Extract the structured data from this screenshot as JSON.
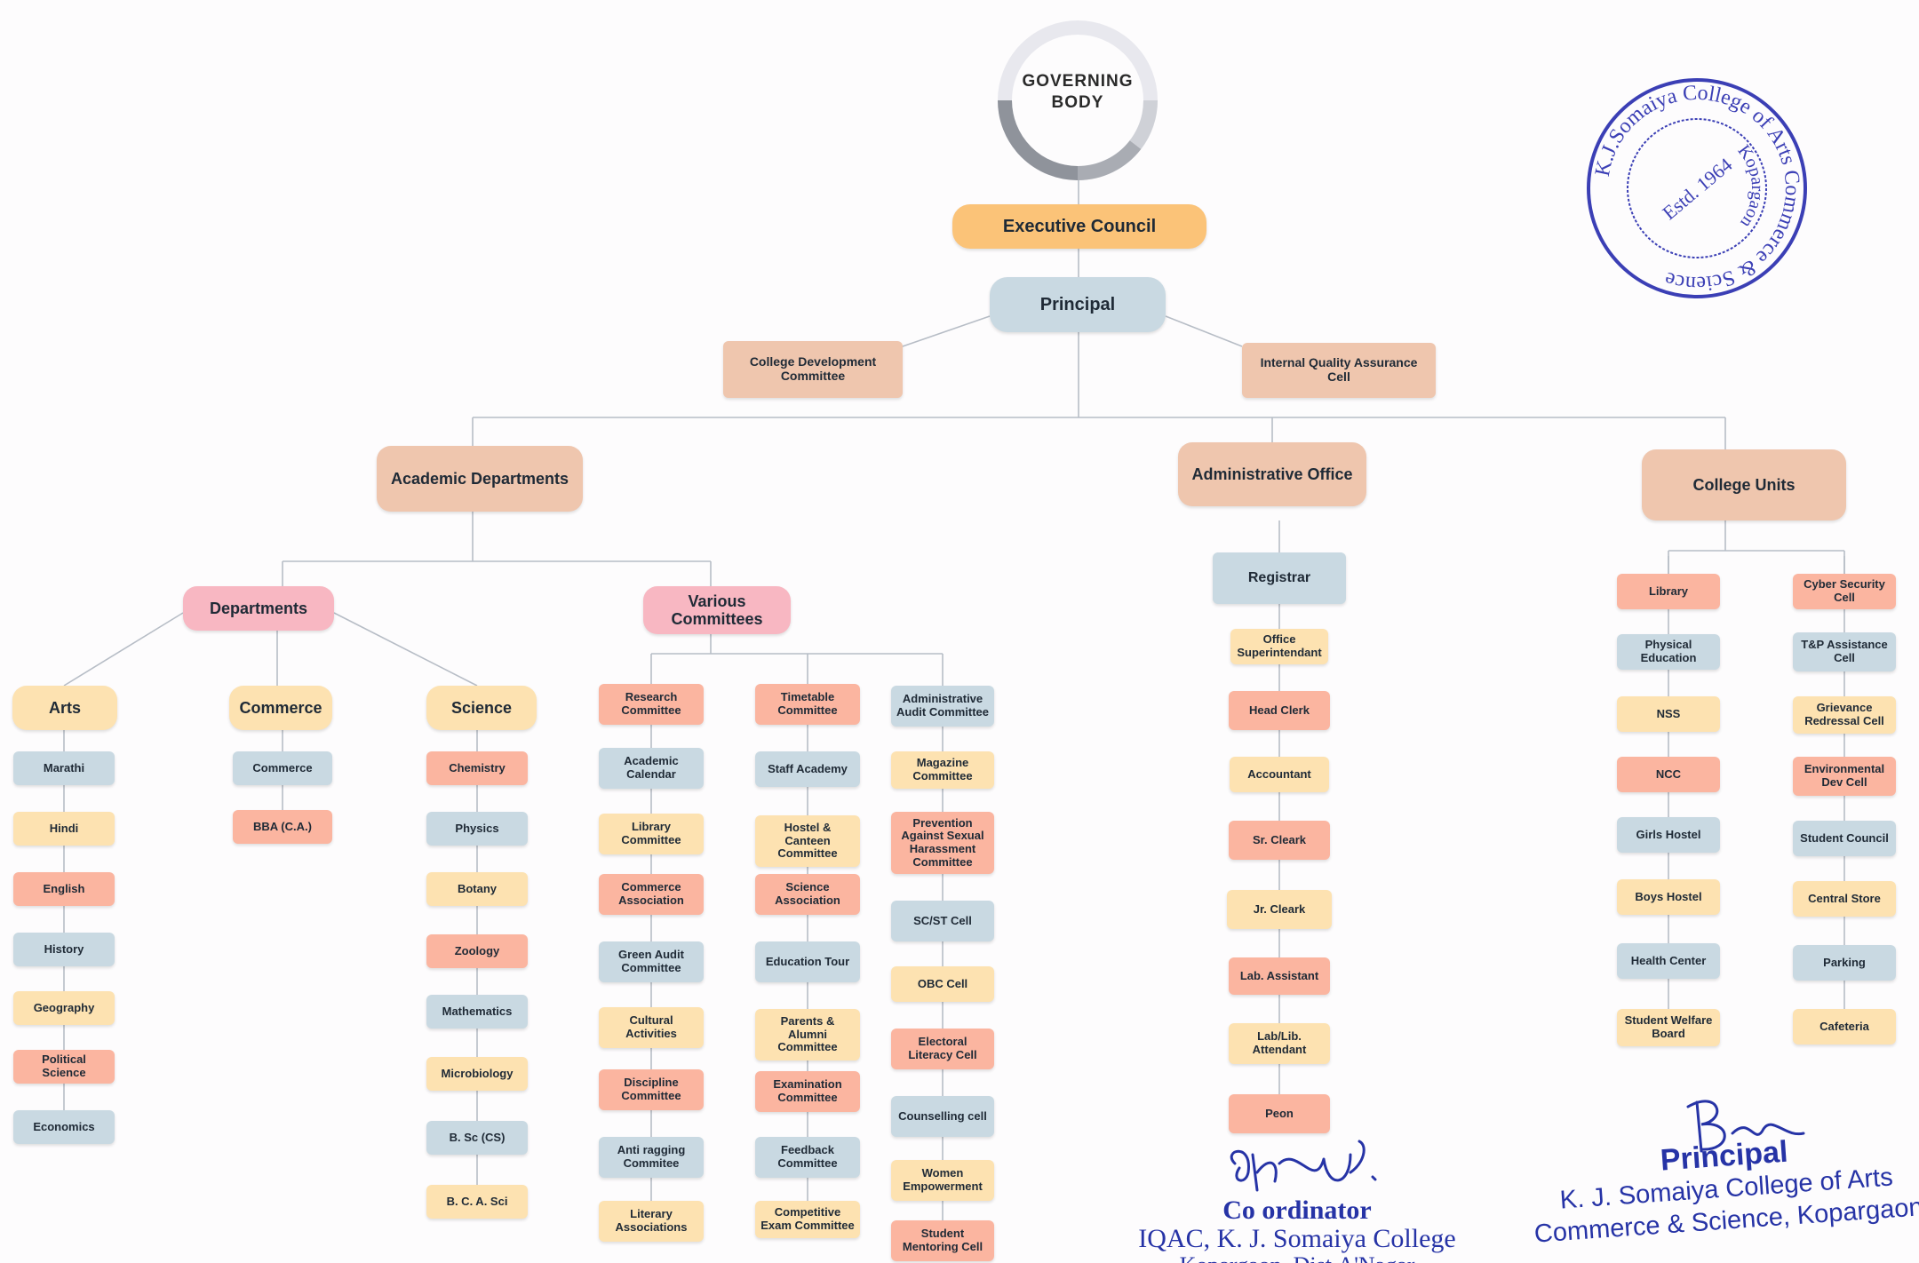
{
  "governing_body": "GOVERNING BODY",
  "executive_council": "Executive Council",
  "principal": "Principal",
  "college_development_committee": "College Development Committee",
  "iqac": "Internal Quality Assurance Cell",
  "academic_departments": "Academic Departments",
  "administrative_office": "Administrative Office",
  "college_units": "College Units",
  "departments": "Departments",
  "various_committees": "Various Committees",
  "arts": {
    "title": "Arts",
    "items": [
      "Marathi",
      "Hindi",
      "English",
      "History",
      "Geography",
      "Political Science",
      "Economics"
    ]
  },
  "commerce": {
    "title": "Commerce",
    "items": [
      "Commerce",
      "BBA (C.A.)"
    ]
  },
  "science": {
    "title": "Science",
    "items": [
      "Chemistry",
      "Physics",
      "Botany",
      "Zoology",
      "Mathematics",
      "Microbiology",
      "B. Sc (CS)",
      "B. C. A. Sci"
    ]
  },
  "committees_col1": [
    "Research Committee",
    "Academic Calendar",
    "Library Committee",
    "Commerce Association",
    "Green Audit Committee",
    "Cultural Activities",
    "Discipline Committee",
    "Anti ragging Commitee",
    "Literary Associations"
  ],
  "committees_col2": [
    "Timetable Committee",
    "Staff Academy",
    "Hostel & Canteen Committee",
    "Science Association",
    "Education Tour",
    "Parents & Alumni Committee",
    "Examination Committee",
    "Feedback Committee",
    "Competitive Exam Committee"
  ],
  "committees_col3": [
    "Administrative Audit Committee",
    "Magazine Committee",
    "Prevention Against Sexual Harassment Committee",
    "SC/ST Cell",
    "OBC Cell",
    "Electoral Literacy Cell",
    "Counselling cell",
    "Women Empowerment",
    "Student Mentoring Cell"
  ],
  "administrative_staff": [
    "Registrar",
    "Office Superintendant",
    "Head Clerk",
    "Accountant",
    "Sr. Cleark",
    "Jr. Cleark",
    "Lab. Assistant",
    "Lab/Lib. Attendant",
    "Peon"
  ],
  "units_col1": [
    "Library",
    "Physical Education",
    "NSS",
    "NCC",
    "Girls Hostel",
    "Boys Hostel",
    "Health Center",
    "Student Welfare Board"
  ],
  "units_col2": [
    "Cyber Security Cell",
    "T&P Assistance Cell",
    "Grievance Redressal Cell",
    "Environmental Dev Cell",
    "Student Council",
    "Central Store",
    "Parking",
    "Cafeteria"
  ],
  "seal": {
    "outer_text": "K.J.Somaiya College of Arts Commerce & Science",
    "inner_text": "Kopargaon",
    "center_text": "Estd. 1964"
  },
  "coordinator_signature": {
    "title": "Co ordinator",
    "line1": "IQAC, K. J. Somaiya College",
    "line2": "Kopargaon, Dist.A'Nagar"
  },
  "principal_signature": {
    "title": "Principal",
    "line1": "K. J. Somaiya College of Arts",
    "line2": "Commerce & Science, Kopargaon"
  },
  "colors": {
    "line": "#b7bdc6",
    "seal": "#3b3fb5",
    "signature": "#2633a6"
  }
}
